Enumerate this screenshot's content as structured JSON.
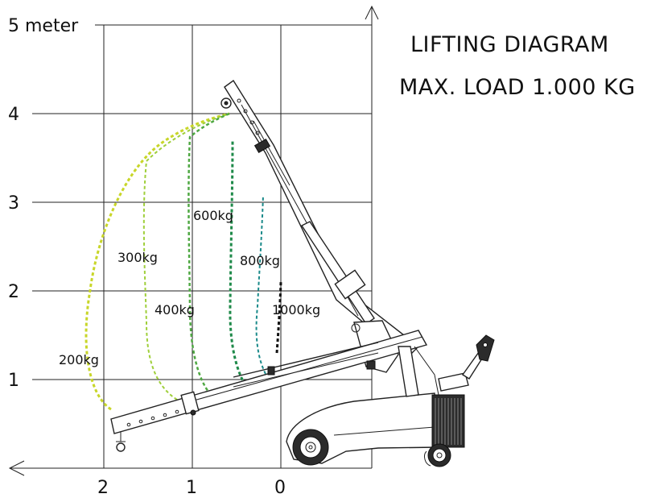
{
  "title": {
    "line1": "LIFTING DIAGRAM",
    "line2": "MAX. LOAD 1.000 KG"
  },
  "y_axis": {
    "ticks": [
      {
        "value": 1,
        "label": "1"
      },
      {
        "value": 2,
        "label": "2"
      },
      {
        "value": 3,
        "label": "3"
      },
      {
        "value": 4,
        "label": "4"
      },
      {
        "value": 5,
        "label": "5 meter"
      }
    ]
  },
  "x_axis": {
    "ticks": [
      {
        "value": 2,
        "label": "2"
      },
      {
        "value": 1,
        "label": "1"
      },
      {
        "value": 0,
        "label": "0"
      }
    ]
  },
  "load_curves": [
    {
      "label": "200kg",
      "color": "#c8d629"
    },
    {
      "label": "300kg",
      "color": "#9fcf3a"
    },
    {
      "label": "400kg",
      "color": "#4fa843"
    },
    {
      "label": "600kg",
      "color": "#1f8a4a"
    },
    {
      "label": "800kg",
      "color": "#1a8a8a"
    },
    {
      "label": "1000kg",
      "color": "#111111"
    }
  ],
  "icons": [
    "crane-machine-icon",
    "hook-icon",
    "wheel-icon",
    "control-handle-icon"
  ]
}
